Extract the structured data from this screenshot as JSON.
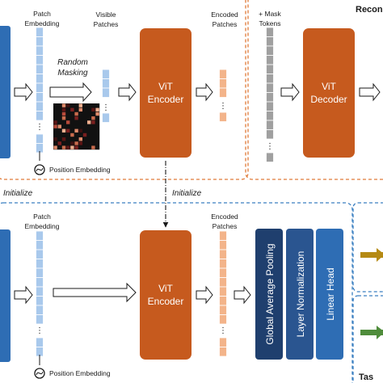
{
  "colors": {
    "orange": "#c65a1e",
    "blue_dark": "#2e6db4",
    "navy": "#1f3f6e",
    "patch_blue": "#a9c9ec",
    "encoded_orange": "#f3b48a",
    "mask_gray": "#a0a0a0",
    "dash_orange": "#e07b39",
    "dash_blue": "#3a7fc1",
    "arrow_gold": "#b58a14",
    "arrow_green": "#4f8c3b"
  },
  "top": {
    "patch_embedding": [
      "Patch",
      "Embedding"
    ],
    "random_masking": [
      "Random",
      "Masking"
    ],
    "visible_patches": [
      "Visible",
      "Patches"
    ],
    "encoded_patches": [
      "Encoded",
      "Patches"
    ],
    "mask_tokens": [
      "+ Mask",
      "Tokens"
    ],
    "encoder": [
      "ViT",
      "Encoder"
    ],
    "decoder": [
      "ViT",
      "Decoder"
    ],
    "position_embedding": "Position Embedding",
    "section_title": "Recon"
  },
  "middle": {
    "initialize_left": "Initialize",
    "initialize_center": "Initialize"
  },
  "bottom": {
    "patch_embedding": [
      "Patch",
      "Embedding"
    ],
    "encoded_patches": [
      "Encoded",
      "Patches"
    ],
    "encoder": [
      "ViT",
      "Encoder"
    ],
    "global_average_pooling": "Global Average Pooling",
    "layer_normalization": "Layer Normalization",
    "linear_head": "Linear Head",
    "position_embedding": "Position Embedding",
    "section_title": "Tas"
  }
}
